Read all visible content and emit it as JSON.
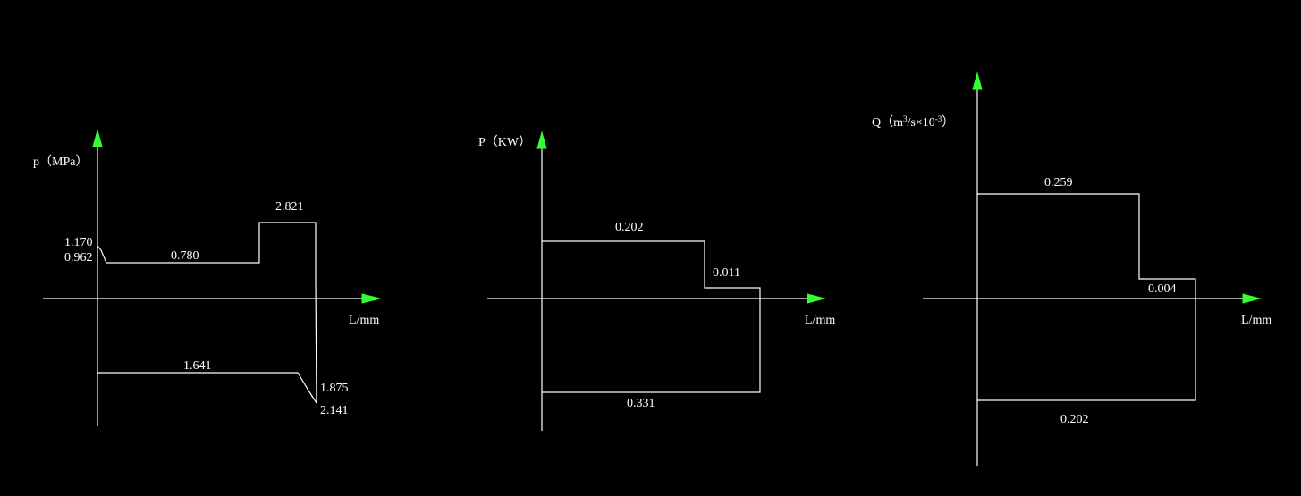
{
  "colors": {
    "background": "#000000",
    "lines": "#ffffff",
    "arrowheads": "#33ff33",
    "text": "#ffffff"
  },
  "diagrams": [
    {
      "id": "pressure",
      "y_axis_label": "p（MPa）",
      "x_axis_label": "L/mm",
      "values": {
        "left_upper_start": "1.170",
        "left_upper_end": "0.962",
        "upper_plateau": "0.780",
        "upper_step": "2.821",
        "lower_plateau": "1.641",
        "lower_right_a": "1.875",
        "lower_right_b": "2.141"
      }
    },
    {
      "id": "power",
      "y_axis_label": "P（KW）",
      "x_axis_label": "L/mm",
      "values": {
        "upper_high": "0.202",
        "upper_low": "0.011",
        "lower": "0.331"
      }
    },
    {
      "id": "flow",
      "y_axis_label_main": "Q（m",
      "y_axis_label_sup1": "3",
      "y_axis_label_mid": "/s×10",
      "y_axis_label_sup2": "-3",
      "y_axis_label_end": "）",
      "x_axis_label": "L/mm",
      "values": {
        "upper_high": "0.259",
        "upper_low": "0.004",
        "lower": "0.202"
      }
    }
  ]
}
